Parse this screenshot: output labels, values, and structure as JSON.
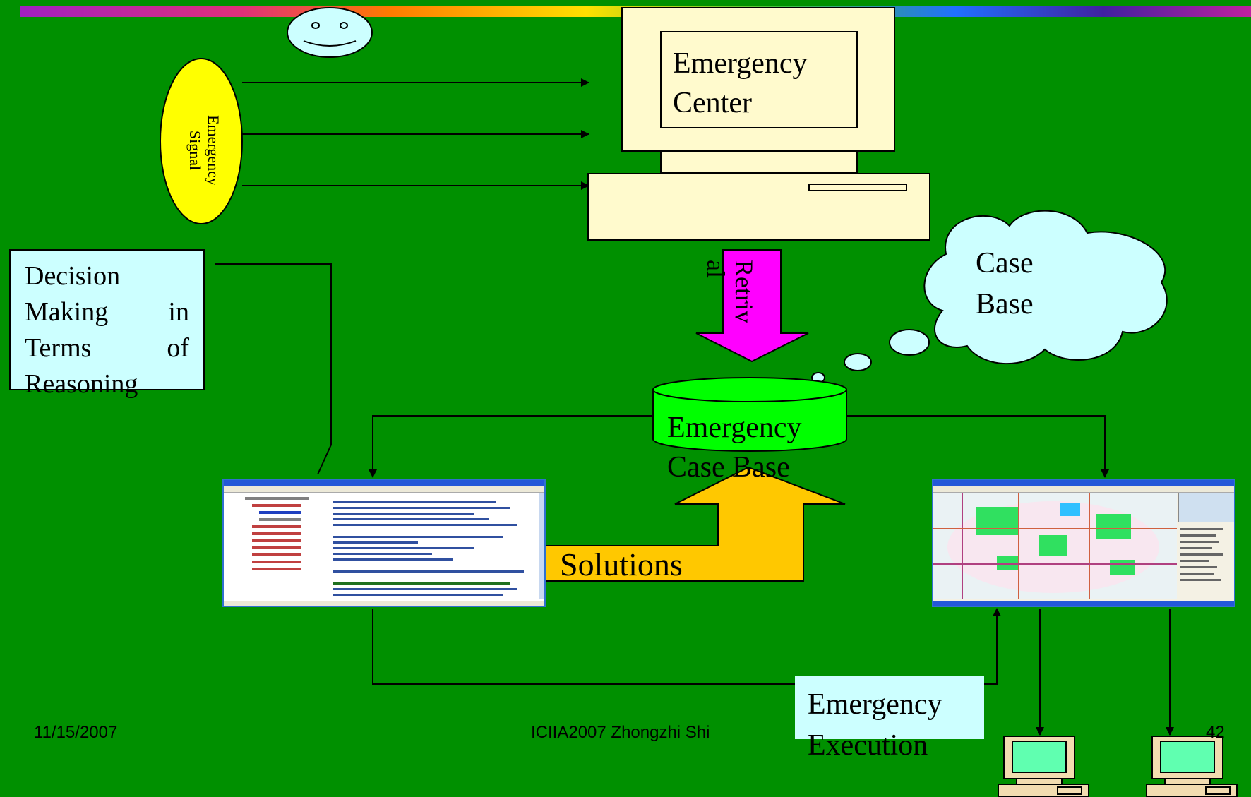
{
  "diagram": {
    "emergency_center_label": "Emergency\nCenter",
    "emergency_signal_label": "Emergency\nSignal",
    "retrieval_label": "Retriv\nal",
    "case_base_cloud_label": "Case\nBase",
    "emergency_case_base_label": "Emergency\nCase Base",
    "solutions_label": "Solutions",
    "decision_box_lines": [
      "Decision",
      "Making in",
      "Terms of",
      "Reasoning"
    ],
    "emergency_execution_label": "Emergency\nExecution"
  },
  "footer": {
    "date": "11/15/2007",
    "author": "ICIIA2007 Zhongzhi Shi",
    "page_number": "42"
  },
  "colors": {
    "background": "#009000",
    "computer": "#fffacd",
    "signal_ellipse": "#ffff00",
    "retrieval_arrow": "#ff00ff",
    "case_base_cylinder": "#00ff00",
    "solutions_arrow": "#ffc800",
    "cloud": "#ccffff",
    "info_box": "#ccffff"
  }
}
